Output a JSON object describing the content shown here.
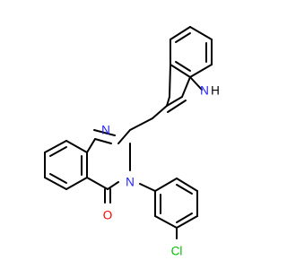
{
  "colors": {
    "background": "#ffffff",
    "bond": "#000000",
    "nitrogen": "#2020ff",
    "oxygen": "#ff0000",
    "chlorine": "#00c000",
    "hydrogen": "#000000"
  },
  "atoms": {
    "n_indole": "N",
    "h_indole": "H",
    "n_quinazoline_1": "N",
    "n_quinazoline_3": "N",
    "oxygen": "O",
    "chlorine": "Cl"
  }
}
